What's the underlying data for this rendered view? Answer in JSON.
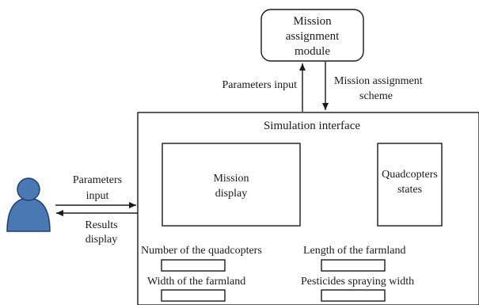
{
  "mission_module": {
    "line1": "Mission",
    "line2": "assignment",
    "line3": "module"
  },
  "labels": {
    "params_input_top": "Parameters input",
    "scheme_line1": "Mission assignment",
    "scheme_line2": "scheme",
    "params_input_left_line1": "Parameters",
    "params_input_left_line2": "input",
    "results_line1": "Results",
    "results_line2": "display"
  },
  "simulation": {
    "title": "Simulation interface",
    "mission_display_line1": "Mission",
    "mission_display_line2": "display",
    "states_line1": "Quadcopters",
    "states_line2": "states",
    "fields": {
      "num_quadcopters": "Number of the quadcopters",
      "length_farmland": "Length of the  farmland",
      "width_farmland": "Width of the farmland",
      "spraying_width": "Pesticides spraying width"
    }
  },
  "colors": {
    "user_icon_fill": "#4a78b5",
    "user_icon_stroke": "#1f3f6e",
    "ink": "#1a1a1a"
  }
}
